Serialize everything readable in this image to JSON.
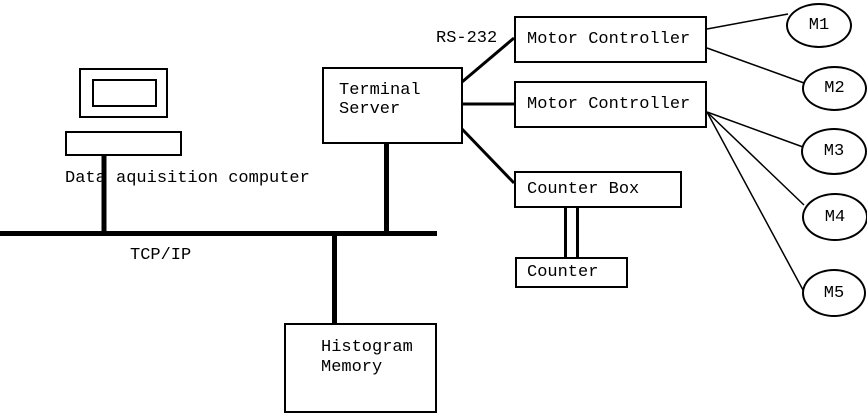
{
  "diagram": {
    "computer_label": "Data aquisition computer",
    "bus_label": "TCP/IP",
    "serial_label": "RS-232",
    "terminal_server_label": "Terminal\nServer",
    "motor_controller_1_label": "Motor Controller",
    "motor_controller_2_label": "Motor Controller",
    "counter_box_label": "Counter Box",
    "counter_label": "Counter",
    "histogram_memory_label": "Histogram\nMemory",
    "motors": [
      {
        "label": "M1"
      },
      {
        "label": "M2"
      },
      {
        "label": "M3"
      },
      {
        "label": "M4"
      },
      {
        "label": "M5"
      }
    ],
    "colors": {
      "line": "#000000",
      "background": "#ffffff"
    }
  }
}
